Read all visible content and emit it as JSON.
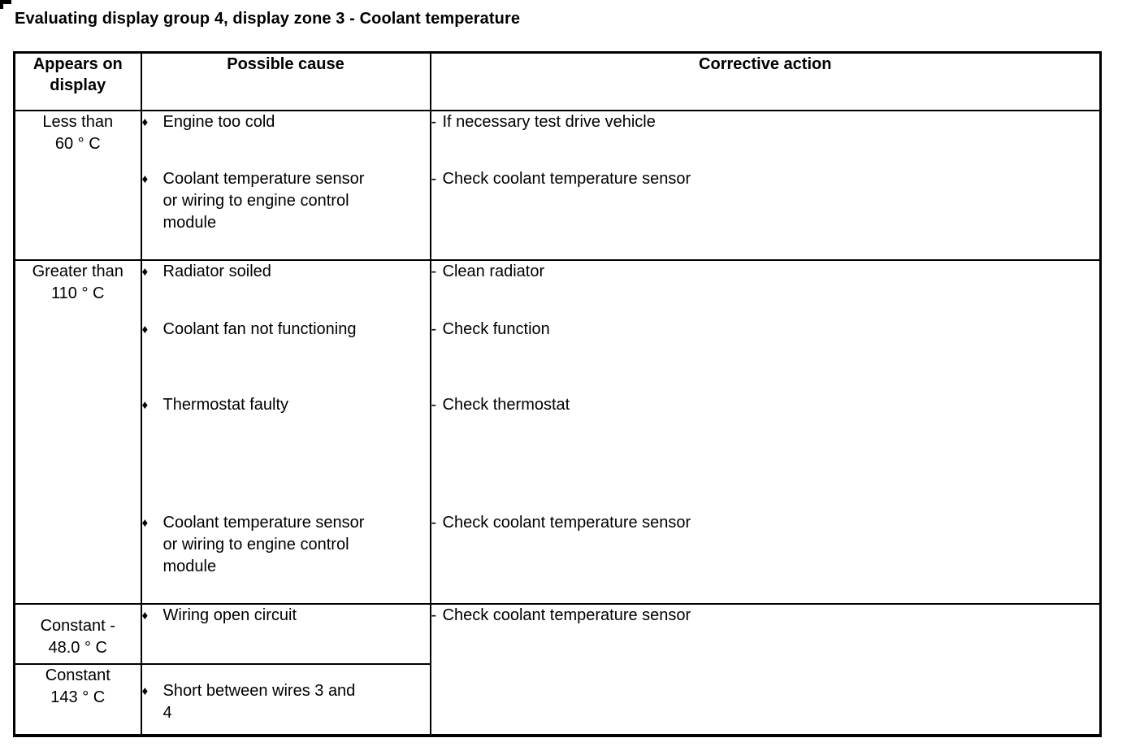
{
  "page": {
    "title": "Evaluating display group 4, display zone 3 - Coolant temperature"
  },
  "markers": {
    "cause_bullet": "♦",
    "action_dash": "-"
  },
  "table": {
    "headers": {
      "display": "Appears on\ndisplay",
      "cause": "Possible cause",
      "action": "Corrective action"
    },
    "rows": [
      {
        "display": "Less than\n60 ° C",
        "items": [
          {
            "cause": "Engine too cold",
            "action": "If necessary test drive vehicle"
          },
          {
            "cause": "Coolant temperature sensor\nor wiring to engine control\nmodule",
            "action": "Check coolant temperature sensor"
          }
        ]
      },
      {
        "display": "Greater than\n110 ° C",
        "items": [
          {
            "cause": "Radiator soiled",
            "action": "Clean radiator"
          },
          {
            "cause": "Coolant fan not functioning",
            "action": "Check function"
          },
          {
            "cause": "Thermostat faulty",
            "action": "Check thermostat"
          },
          {
            "cause": "Coolant temperature sensor\nor wiring to engine control\nmodule",
            "action": "Check coolant temperature sensor"
          }
        ]
      },
      {
        "display": "Constant -\n48.0 ° C",
        "items": [
          {
            "cause": "Wiring open circuit",
            "action": "Check coolant temperature sensor"
          }
        ]
      },
      {
        "display": "Constant\n143 ° C",
        "items": [
          {
            "cause": "Short between wires 3 and\n4"
          }
        ]
      }
    ]
  }
}
